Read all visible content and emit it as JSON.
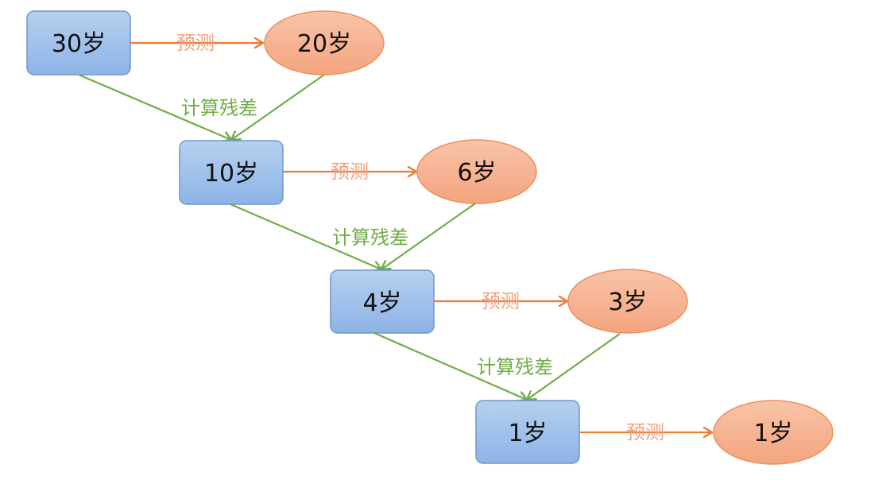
{
  "colors": {
    "box_fill_top": "#b7d0f0",
    "box_fill_bottom": "#8db4e6",
    "box_stroke": "#6f97cc",
    "ellipse_fill_top": "#f9c4a8",
    "ellipse_fill_bottom": "#f4a47f",
    "ellipse_stroke": "#ee8e5d",
    "predict_arrow": "#ed7d31",
    "predict_text": "#f4a07f",
    "residual_arrow": "#70ad47",
    "residual_text": "#70ad47"
  },
  "stages": [
    {
      "target_label": "30岁",
      "prediction_label": "20岁",
      "predict_label": "预测",
      "residual_label": "计算残差"
    },
    {
      "target_label": "10岁",
      "prediction_label": "6岁",
      "predict_label": "预测",
      "residual_label": "计算残差"
    },
    {
      "target_label": "4岁",
      "prediction_label": "3岁",
      "predict_label": "预测",
      "residual_label": "计算残差"
    },
    {
      "target_label": "1岁",
      "prediction_label": "1岁",
      "predict_label": "预测",
      "residual_label": ""
    }
  ]
}
